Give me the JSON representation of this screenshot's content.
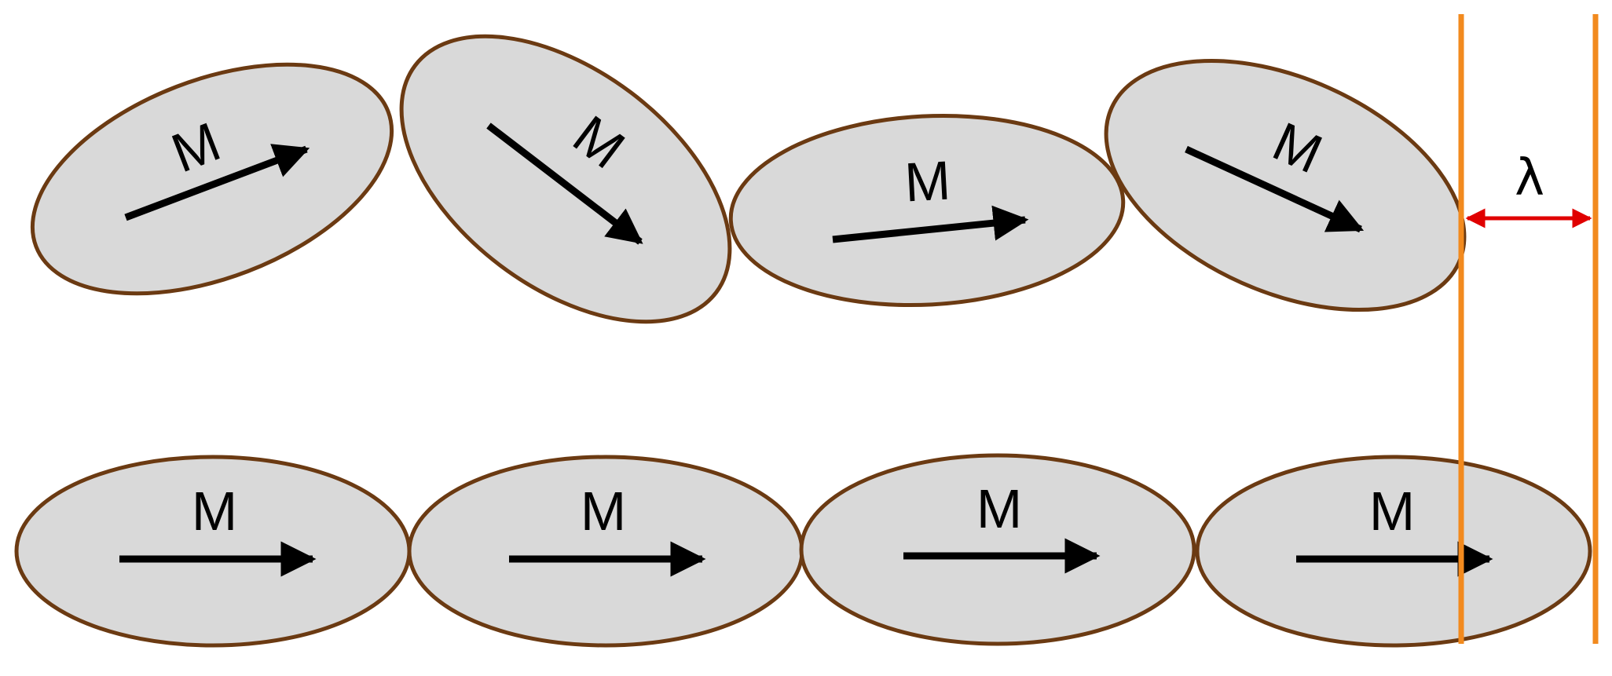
{
  "diagram": {
    "colors": {
      "domain_fill": "#d9d9d9",
      "domain_stroke": "#6b3a12",
      "arrow": "#000000",
      "boundary_line": "#f28a1e",
      "lambda_arrow": "#e00000"
    },
    "top_row": {
      "domains": [
        {
          "label": "M"
        },
        {
          "label": "M"
        },
        {
          "label": "M"
        },
        {
          "label": "M"
        }
      ]
    },
    "bottom_row": {
      "domains": [
        {
          "label": "M"
        },
        {
          "label": "M"
        },
        {
          "label": "M"
        },
        {
          "label": "M"
        }
      ]
    },
    "lambda_label": "λ"
  }
}
